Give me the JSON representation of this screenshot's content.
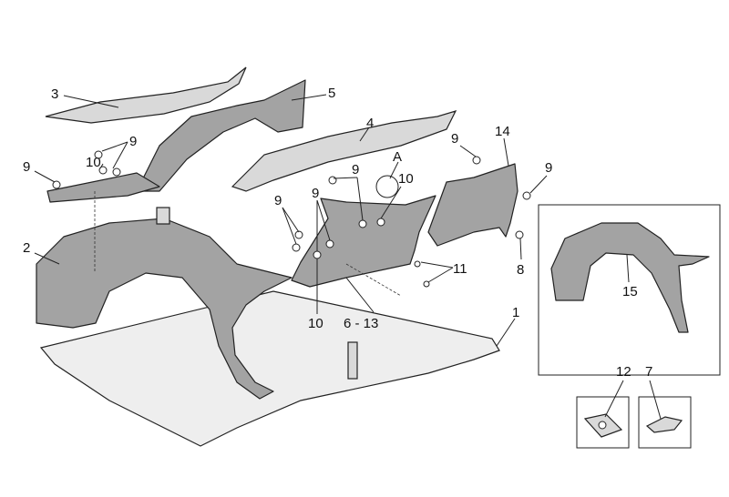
{
  "diagram": {
    "callouts": [
      {
        "id": "c3",
        "text": "3"
      },
      {
        "id": "c5",
        "text": "5"
      },
      {
        "id": "c4",
        "text": "4"
      },
      {
        "id": "c9a",
        "text": "9"
      },
      {
        "id": "c10a",
        "text": "10"
      },
      {
        "id": "c9b",
        "text": "9"
      },
      {
        "id": "c9c",
        "text": "9"
      },
      {
        "id": "c14",
        "text": "14"
      },
      {
        "id": "c9d",
        "text": "9"
      },
      {
        "id": "cA",
        "text": "A"
      },
      {
        "id": "c10b",
        "text": "10"
      },
      {
        "id": "c9e",
        "text": "9"
      },
      {
        "id": "c9f",
        "text": "9"
      },
      {
        "id": "c9g",
        "text": "9"
      },
      {
        "id": "c2",
        "text": "2"
      },
      {
        "id": "c11",
        "text": "11"
      },
      {
        "id": "c8",
        "text": "8"
      },
      {
        "id": "c15",
        "text": "15"
      },
      {
        "id": "c10c",
        "text": "10"
      },
      {
        "id": "c613",
        "text": "6 - 13"
      },
      {
        "id": "c1",
        "text": "1"
      },
      {
        "id": "c12",
        "text": "12"
      },
      {
        "id": "c7",
        "text": "7"
      }
    ]
  }
}
